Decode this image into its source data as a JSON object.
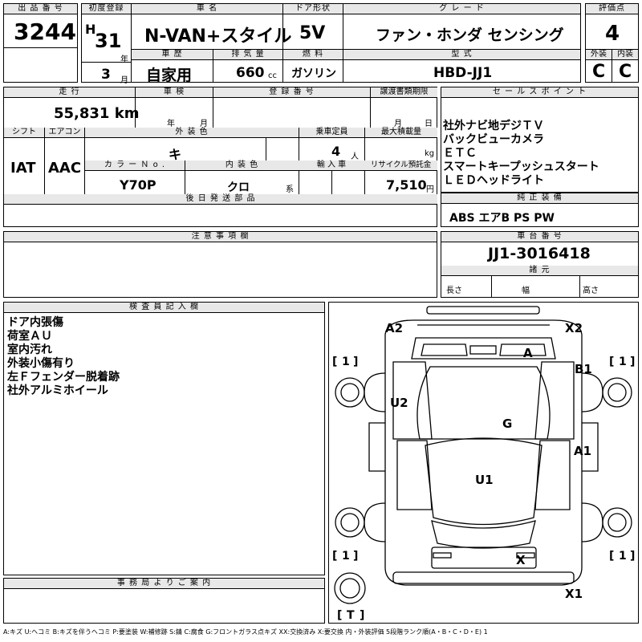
{
  "header": {
    "lot_label": "出 品 番 号",
    "lot_no": "3244",
    "first_reg_label": "初度登録",
    "era": "H",
    "year": "31",
    "year_unit": "年",
    "month": "3",
    "month_unit": "月",
    "car_name_label": "車 名",
    "car_name": "N-VAN+スタイル",
    "door_label": "ドア形状",
    "door": "5V",
    "grade_label": "グ レ ー ド",
    "grade": "ファン・ホンダ センシング",
    "score_label": "評価点",
    "score": "4",
    "history_label": "車 歴",
    "history": "自家用",
    "disp_label": "排 気 量",
    "disp": "660",
    "disp_unit": "cc",
    "fuel_label": "燃 料",
    "fuel": "ガソリン",
    "model_label": "型 式",
    "model": "HBD-JJ1",
    "ext_label": "外装",
    "ext": "C",
    "int_label": "内装",
    "int": "C"
  },
  "row2": {
    "mileage_label": "走 行",
    "mileage": "55,831 km",
    "inspect_label": "車 検",
    "inspect_year_unit": "年",
    "inspect_month_unit": "月",
    "reg_label": "登 録 番 号",
    "transfer_label": "譲渡書類期限",
    "transfer_month_unit": "月",
    "transfer_day_unit": "日",
    "sales_label": "セ ー ル ス ポ イ ン ト",
    "sales_points": [
      "社外ナビ地デジＴＶ",
      "バックビューカメラ",
      "ＥＴＣ",
      "スマートキープッシュスタート",
      "ＬＥＤヘッドライト"
    ],
    "shift_label": "シフト",
    "shift": "IAT",
    "ac_label": "エアコン",
    "ac": "AAC",
    "color_label": "外 装 色",
    "color": "キ",
    "capacity_label": "乗車定員",
    "capacity": "4",
    "capacity_unit": "人",
    "load_label": "最大積載量",
    "load_unit": "kg",
    "color_no_label": "カ ラ ー Ｎ o .",
    "color_no": "Y70P",
    "int_color_label": "内 装 色",
    "int_color": "クロ",
    "int_color_unit": "系",
    "import_label": "輸 入 車",
    "recycle_label": "リサイクル預託金",
    "recycle": "7,510",
    "recycle_unit": "円",
    "later_parts_label": "後 日 発 送 部 品",
    "genuine_label": "純 正 装 備",
    "genuine": "ABS エアB PS PW"
  },
  "notes": {
    "caution_label": "注 意 事 項 欄",
    "chassis_label": "車 台 番 号",
    "chassis": "JJ1-3016418",
    "spec_label": "諸 元",
    "length_label": "長さ",
    "width_label": "幅",
    "height_label": "高さ"
  },
  "inspector": {
    "label": "検 査 員 記 入 欄",
    "lines": [
      "ドア内張傷",
      "荷室ＡＵ",
      "室内汚れ",
      "外装小傷有り",
      "左Ｆフェンダー脱着跡",
      "社外アルミホイール"
    ]
  },
  "office": {
    "label": "事 務 局 よ り ご 案 内"
  },
  "diagram": {
    "marks": [
      "A2",
      "X2",
      "A",
      "B1",
      "U2",
      "G",
      "A1",
      "U1",
      "X",
      "X1"
    ],
    "tires": [
      "1",
      "1",
      "1",
      "1"
    ],
    "spare": "T"
  },
  "legend": "A:キズ U:ヘコミ B:キズを伴うヘコミ P:要塗装 W:補修跡 S:錆 C:腐食 G:フロントガラス点キズ XX:交換済み X:要交換 内・外装評価 5段階ランク順(A・B・C・D・E) 1"
}
